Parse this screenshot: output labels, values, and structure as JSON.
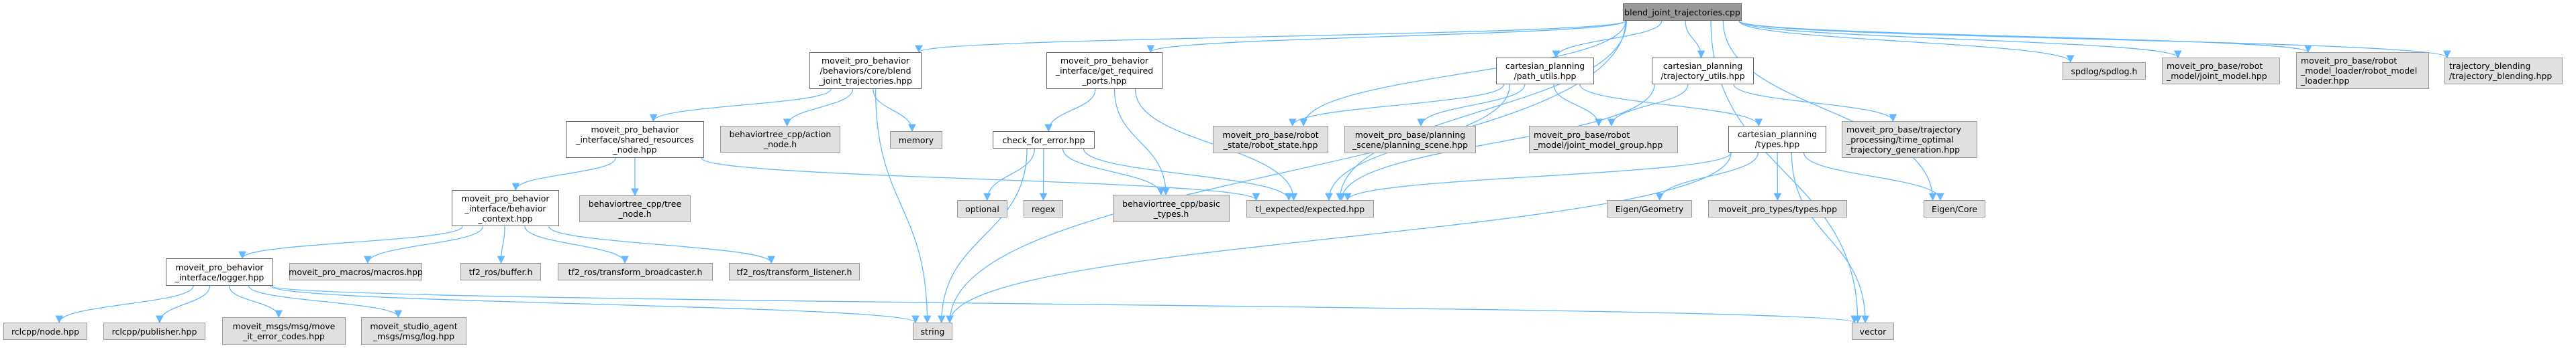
{
  "diagram": {
    "type": "include-dependency-graph",
    "root": "blend_joint_trajectories.cpp",
    "colors": {
      "edge": "#63b8ff",
      "root_fill": "#999999",
      "local_fill": "#ffffff",
      "external_fill": "#e0e0e0"
    },
    "nodes": [
      {
        "id": "root",
        "label": "blend_joint_trajectories.cpp",
        "kind": "root"
      },
      {
        "id": "blend_hpp",
        "label": "moveit_pro_behavior\n/behaviors/core/blend\n_joint_trajectories.hpp",
        "kind": "local"
      },
      {
        "id": "get_required_ports",
        "label": "moveit_pro_behavior\n_interface/get_required\n_ports.hpp",
        "kind": "local"
      },
      {
        "id": "path_utils",
        "label": "cartesian_planning\n/path_utils.hpp",
        "kind": "local"
      },
      {
        "id": "trajectory_utils",
        "label": "cartesian_planning\n/trajectory_utils.hpp",
        "kind": "local"
      },
      {
        "id": "spdlog",
        "label": "spdlog/spdlog.h",
        "kind": "ext"
      },
      {
        "id": "joint_model",
        "label": "moveit_pro_base/robot\n_model/joint_model.hpp",
        "kind": "ext"
      },
      {
        "id": "robot_model_loader",
        "label": "moveit_pro_base/robot\n_model_loader/robot_model\n_loader.hpp",
        "kind": "ext"
      },
      {
        "id": "trajectory_blending",
        "label": "trajectory_blending\n/trajectory_blending.hpp",
        "kind": "ext"
      },
      {
        "id": "shared_resources",
        "label": "moveit_pro_behavior\n_interface/shared_resources\n_node.hpp",
        "kind": "local"
      },
      {
        "id": "action_node",
        "label": "behaviortree_cpp/action\n_node.h",
        "kind": "ext"
      },
      {
        "id": "memory",
        "label": "memory",
        "kind": "ext"
      },
      {
        "id": "check_for_error",
        "label": "check_for_error.hpp",
        "kind": "local"
      },
      {
        "id": "robot_state",
        "label": "moveit_pro_base/robot\n_state/robot_state.hpp",
        "kind": "ext"
      },
      {
        "id": "planning_scene",
        "label": "moveit_pro_base/planning\n_scene/planning_scene.hpp",
        "kind": "ext"
      },
      {
        "id": "joint_model_group",
        "label": "moveit_pro_base/robot\n_model/joint_model_group.hpp",
        "kind": "ext"
      },
      {
        "id": "types_hpp",
        "label": "cartesian_planning\n/types.hpp",
        "kind": "local"
      },
      {
        "id": "time_optimal",
        "label": "moveit_pro_base/trajectory\n_processing/time_optimal\n_trajectory_generation.hpp",
        "kind": "ext"
      },
      {
        "id": "behavior_context",
        "label": "moveit_pro_behavior\n_interface/behavior\n_context.hpp",
        "kind": "local"
      },
      {
        "id": "tree_node",
        "label": "behaviortree_cpp/tree\n_node.h",
        "kind": "ext"
      },
      {
        "id": "optional",
        "label": "optional",
        "kind": "ext"
      },
      {
        "id": "regex",
        "label": "regex",
        "kind": "ext"
      },
      {
        "id": "basic_types",
        "label": "behaviortree_cpp/basic\n_types.h",
        "kind": "ext"
      },
      {
        "id": "expected",
        "label": "tl_expected/expected.hpp",
        "kind": "ext"
      },
      {
        "id": "eigen_geometry",
        "label": "Eigen/Geometry",
        "kind": "ext"
      },
      {
        "id": "moveit_pro_types",
        "label": "moveit_pro_types/types.hpp",
        "kind": "ext"
      },
      {
        "id": "eigen_core",
        "label": "Eigen/Core",
        "kind": "ext"
      },
      {
        "id": "logger",
        "label": "moveit_pro_behavior\n_interface/logger.hpp",
        "kind": "local"
      },
      {
        "id": "macros",
        "label": "moveit_pro_macros/macros.hpp",
        "kind": "ext"
      },
      {
        "id": "tf2_buffer",
        "label": "tf2_ros/buffer.h",
        "kind": "ext"
      },
      {
        "id": "tf2_broadcaster",
        "label": "tf2_ros/transform_broadcaster.h",
        "kind": "ext"
      },
      {
        "id": "tf2_listener",
        "label": "tf2_ros/transform_listener.h",
        "kind": "ext"
      },
      {
        "id": "rclcpp_node",
        "label": "rclcpp/node.hpp",
        "kind": "ext"
      },
      {
        "id": "rclcpp_publisher",
        "label": "rclcpp/publisher.hpp",
        "kind": "ext"
      },
      {
        "id": "error_codes",
        "label": "moveit_msgs/msg/move\n_it_error_codes.hpp",
        "kind": "ext"
      },
      {
        "id": "log_hpp",
        "label": "moveit_studio_agent\n_msgs/msg/log.hpp",
        "kind": "ext"
      },
      {
        "id": "string",
        "label": "string",
        "kind": "ext"
      },
      {
        "id": "vector",
        "label": "vector",
        "kind": "ext"
      }
    ],
    "edges": [
      [
        "root",
        "blend_hpp"
      ],
      [
        "root",
        "get_required_ports"
      ],
      [
        "root",
        "path_utils"
      ],
      [
        "root",
        "trajectory_utils"
      ],
      [
        "root",
        "spdlog"
      ],
      [
        "root",
        "joint_model"
      ],
      [
        "root",
        "robot_model_loader"
      ],
      [
        "root",
        "trajectory_blending"
      ],
      [
        "root",
        "robot_state"
      ],
      [
        "root",
        "expected"
      ],
      [
        "root",
        "string"
      ],
      [
        "root",
        "vector"
      ],
      [
        "root",
        "eigen_core"
      ],
      [
        "blend_hpp",
        "shared_resources"
      ],
      [
        "blend_hpp",
        "action_node"
      ],
      [
        "blend_hpp",
        "memory"
      ],
      [
        "blend_hpp",
        "string"
      ],
      [
        "get_required_ports",
        "check_for_error"
      ],
      [
        "get_required_ports",
        "basic_types"
      ],
      [
        "get_required_ports",
        "expected"
      ],
      [
        "path_utils",
        "robot_state"
      ],
      [
        "path_utils",
        "planning_scene"
      ],
      [
        "path_utils",
        "joint_model_group"
      ],
      [
        "path_utils",
        "types_hpp"
      ],
      [
        "path_utils",
        "expected"
      ],
      [
        "trajectory_utils",
        "joint_model_group"
      ],
      [
        "trajectory_utils",
        "time_optimal"
      ],
      [
        "trajectory_utils",
        "expected"
      ],
      [
        "shared_resources",
        "behavior_context"
      ],
      [
        "shared_resources",
        "tree_node"
      ],
      [
        "shared_resources",
        "expected"
      ],
      [
        "check_for_error",
        "optional"
      ],
      [
        "check_for_error",
        "regex"
      ],
      [
        "check_for_error",
        "basic_types"
      ],
      [
        "check_for_error",
        "expected"
      ],
      [
        "check_for_error",
        "string"
      ],
      [
        "types_hpp",
        "eigen_geometry"
      ],
      [
        "types_hpp",
        "moveit_pro_types"
      ],
      [
        "types_hpp",
        "eigen_core"
      ],
      [
        "types_hpp",
        "vector"
      ],
      [
        "types_hpp",
        "expected"
      ],
      [
        "types_hpp",
        "string"
      ],
      [
        "behavior_context",
        "logger"
      ],
      [
        "behavior_context",
        "macros"
      ],
      [
        "behavior_context",
        "tf2_buffer"
      ],
      [
        "behavior_context",
        "tf2_broadcaster"
      ],
      [
        "behavior_context",
        "tf2_listener"
      ],
      [
        "logger",
        "rclcpp_node"
      ],
      [
        "logger",
        "rclcpp_publisher"
      ],
      [
        "logger",
        "error_codes"
      ],
      [
        "logger",
        "log_hpp"
      ],
      [
        "logger",
        "string"
      ],
      [
        "logger",
        "vector"
      ]
    ]
  }
}
